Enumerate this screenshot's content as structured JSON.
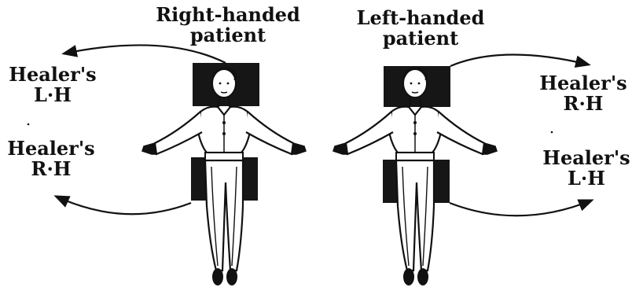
{
  "diagram": {
    "right_handed": {
      "title_line1": "Right-handed",
      "title_line2": "patient",
      "upper_label": {
        "line1": "Healer's",
        "line2": "L·H"
      },
      "lower_label": {
        "line1": "Healer's",
        "line2": "R·H"
      }
    },
    "left_handed": {
      "title_line1": "Left-handed",
      "title_line2": "patient",
      "upper_label": {
        "line1": "Healer's",
        "line2": "R·H"
      },
      "lower_label": {
        "line1": "Healer's",
        "line2": "L·H"
      }
    },
    "ink_color": "#111111",
    "paper_color": "#ffffff",
    "hand_block_color": "#161616"
  }
}
